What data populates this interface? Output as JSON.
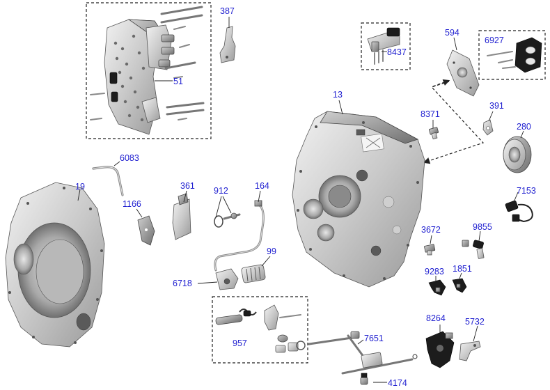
{
  "diagram": {
    "callouts": [
      {
        "id": "387",
        "label": "387"
      },
      {
        "id": "51",
        "label": "51"
      },
      {
        "id": "8437",
        "label": "8437"
      },
      {
        "id": "594",
        "label": "594"
      },
      {
        "id": "6927",
        "label": "6927"
      },
      {
        "id": "13",
        "label": "13"
      },
      {
        "id": "391",
        "label": "391"
      },
      {
        "id": "8371",
        "label": "8371"
      },
      {
        "id": "280",
        "label": "280"
      },
      {
        "id": "6083",
        "label": "6083"
      },
      {
        "id": "19",
        "label": "19"
      },
      {
        "id": "1166",
        "label": "1166"
      },
      {
        "id": "361",
        "label": "361"
      },
      {
        "id": "912",
        "label": "912"
      },
      {
        "id": "164",
        "label": "164"
      },
      {
        "id": "7153",
        "label": "7153"
      },
      {
        "id": "3672",
        "label": "3672"
      },
      {
        "id": "9855",
        "label": "9855"
      },
      {
        "id": "99",
        "label": "99"
      },
      {
        "id": "6718",
        "label": "6718"
      },
      {
        "id": "9283",
        "label": "9283"
      },
      {
        "id": "1851",
        "label": "1851"
      },
      {
        "id": "8264",
        "label": "8264"
      },
      {
        "id": "5732",
        "label": "5732"
      },
      {
        "id": "957",
        "label": "957"
      },
      {
        "id": "7651",
        "label": "7651"
      },
      {
        "id": "4174",
        "label": "4174"
      }
    ]
  }
}
